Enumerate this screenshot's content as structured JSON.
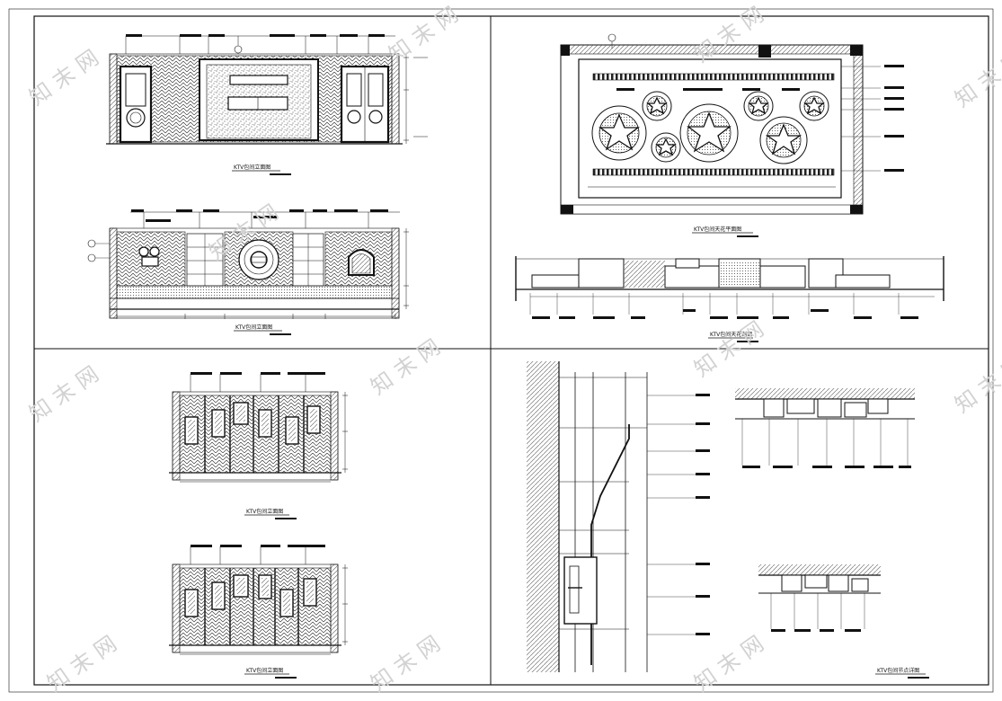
{
  "sheet": {
    "captions": {
      "elevation_a": "KTV包间立面图",
      "elevation_b": "KTV包间立面图",
      "ceiling_plan": "KTV包间天花平面图",
      "ceiling_section": "KTV包间天花剖面",
      "elevation_c": "KTV包间立面图",
      "elevation_d": "KTV包间立面图",
      "node_detail": "KTV包间节点详图"
    }
  },
  "watermark": {
    "text": "知 末 网"
  },
  "colors": {
    "line": "#111111",
    "wall_hatch": "#8a8a8a",
    "watermark": "#d2d2d2"
  }
}
